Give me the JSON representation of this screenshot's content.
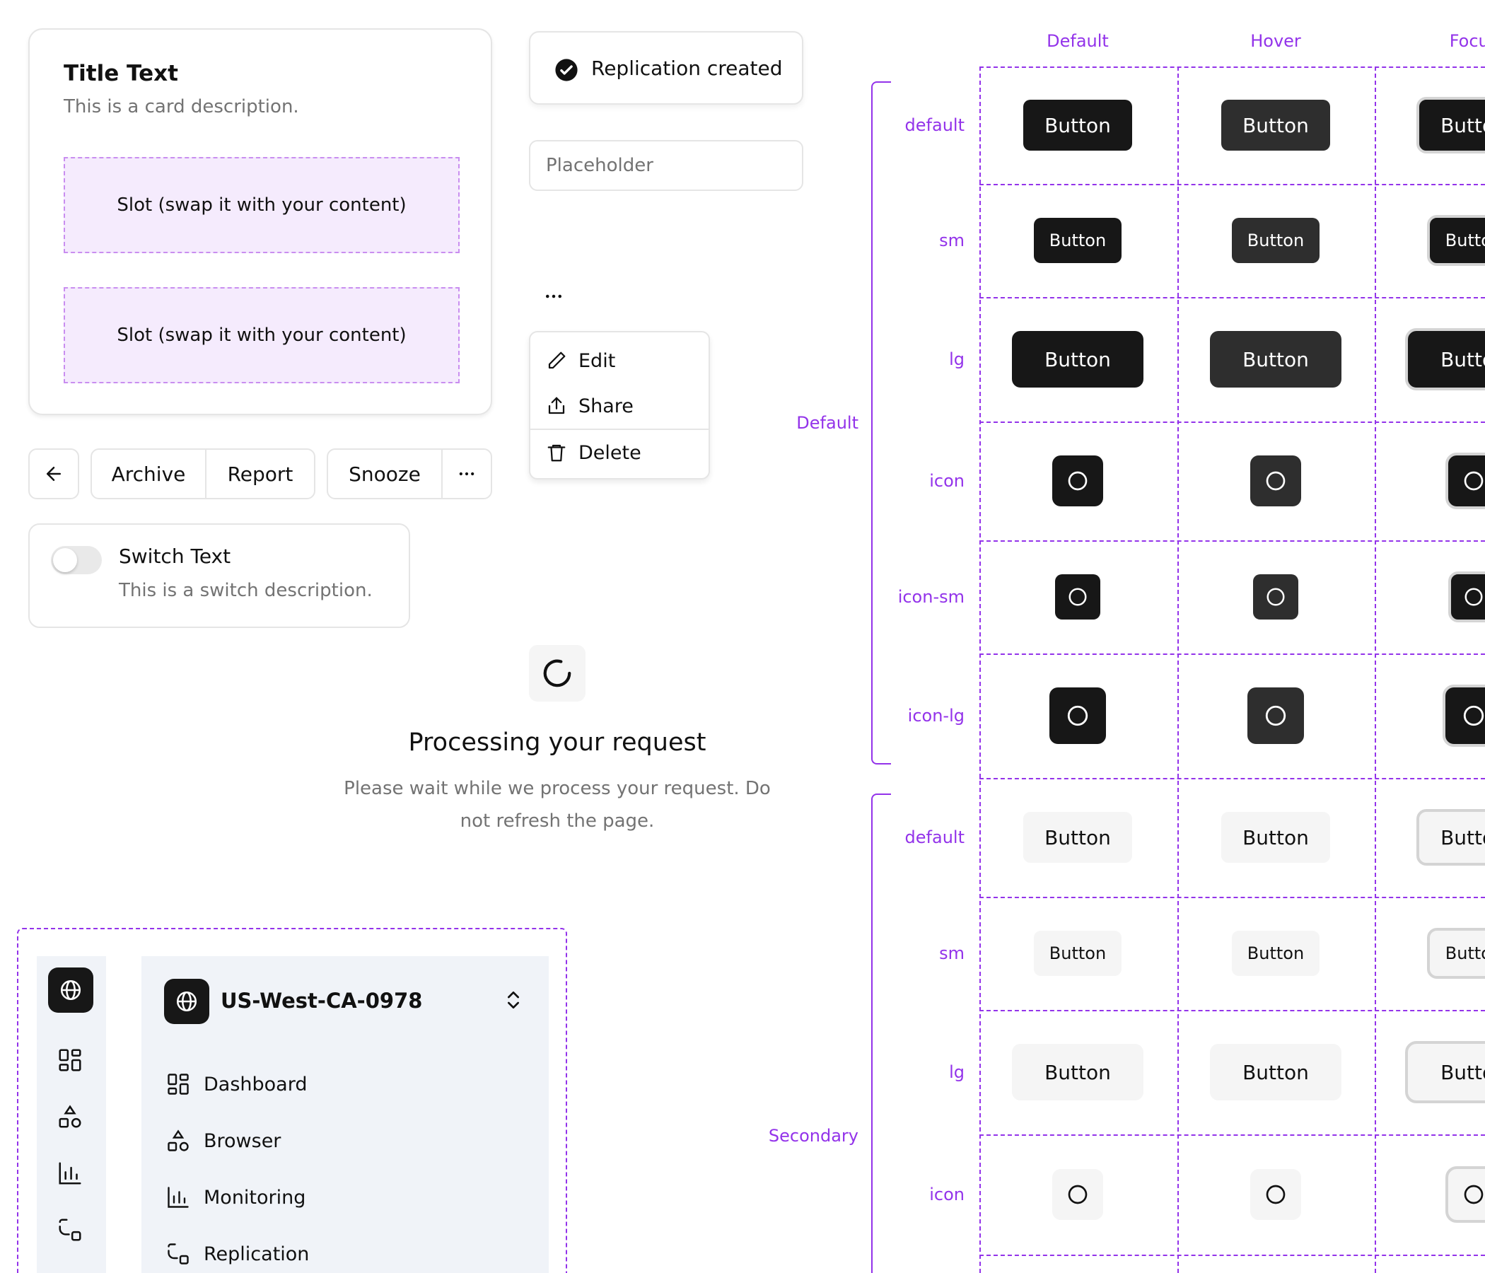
{
  "card": {
    "title": "Title Text",
    "description": "This is a card description.",
    "slot_1": "Slot (swap it with your content)",
    "slot_2": "Slot (swap it with your content)"
  },
  "button_group": {
    "archive": "Archive",
    "report": "Report",
    "snooze": "Snooze"
  },
  "switch": {
    "title": "Switch Text",
    "description": "This is a switch description.",
    "checked": false
  },
  "toast": {
    "message": "Replication created"
  },
  "input": {
    "placeholder": "Placeholder",
    "value": ""
  },
  "menu": {
    "trigger": "...",
    "items": [
      "Edit",
      "Share",
      "Delete"
    ]
  },
  "processing": {
    "title": "Processing your request",
    "description_line1": "Please wait while we process your request. Do",
    "description_line2": "not refresh the page."
  },
  "sidebar": {
    "server_name": "US-West-CA-0978",
    "nav_items": [
      "Dashboard",
      "Browser",
      "Monitoring",
      "Replication"
    ]
  },
  "matrix": {
    "columns": [
      "Default",
      "Hover",
      "Focus"
    ],
    "groups": [
      "Default",
      "Secondary"
    ],
    "rows_default": [
      "default",
      "sm",
      "lg",
      "icon",
      "icon-sm",
      "icon-lg"
    ],
    "rows_secondary": [
      "default",
      "sm",
      "lg",
      "icon"
    ],
    "button_label": "Button",
    "colors": {
      "accent": "#9333ea",
      "primary_default": "#171717",
      "primary_hover": "#2e2e2e",
      "secondary_bg": "#f5f5f5",
      "focus_ring": "#d4d4d4"
    }
  }
}
